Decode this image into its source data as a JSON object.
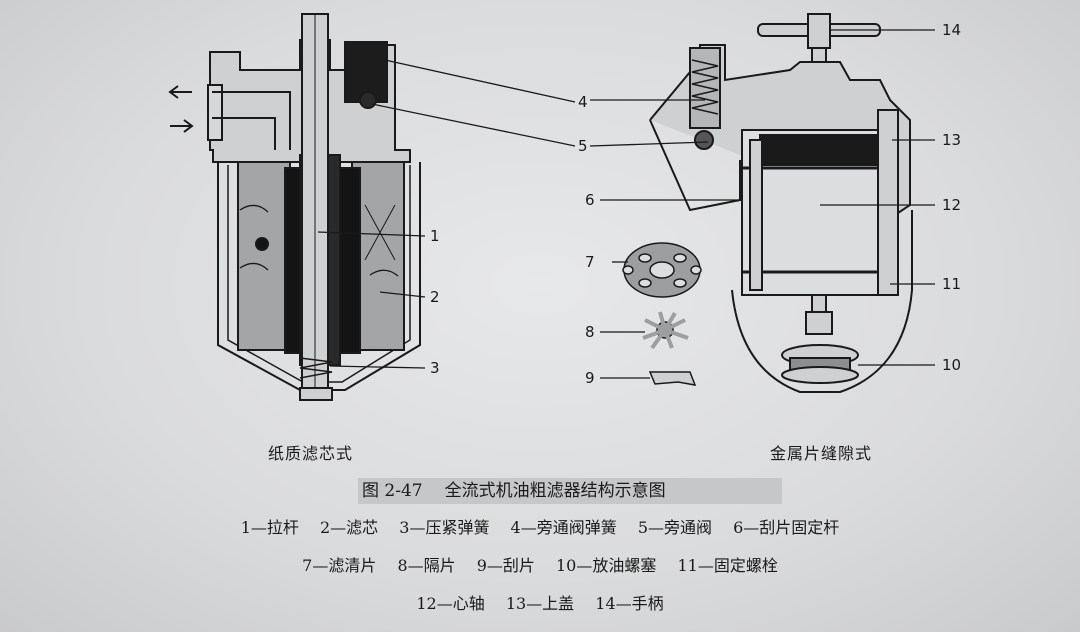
{
  "left_diagram": {
    "subtitle": "纸质滤芯式",
    "callouts": [
      "1",
      "2",
      "3"
    ]
  },
  "right_diagram": {
    "subtitle": "金属片缝隙式",
    "callouts": [
      "14",
      "4",
      "5",
      "13",
      "6",
      "12",
      "7",
      "11",
      "8",
      "10",
      "9"
    ]
  },
  "caption": {
    "number": "图 2-47",
    "title": "全流式机油粗滤器结构示意图"
  },
  "legend": {
    "line1": [
      "1—拉杆",
      "2—滤芯",
      "3—压紧弹簧",
      "4—旁通阀弹簧",
      "5—旁通阀",
      "6—刮片固定杆"
    ],
    "line2": [
      "7—滤清片",
      "8—隔片",
      "9—刮片",
      "10—放油螺塞",
      "11—固定螺栓"
    ],
    "line3": [
      "12—心轴",
      "13—上盖",
      "14—手柄"
    ]
  },
  "colors": {
    "ink": "#1a1a1a",
    "paper": "#dcddde",
    "fill_gray": "#9c9ea0",
    "dark": "#141414"
  }
}
